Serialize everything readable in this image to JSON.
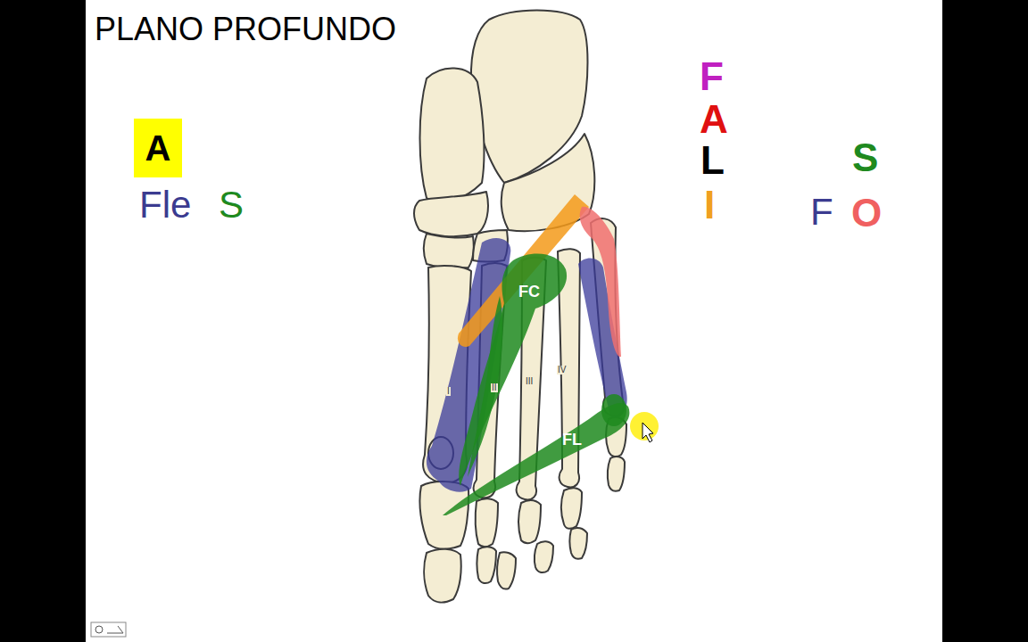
{
  "diagram": {
    "title": "PLANO PROFUNDO",
    "nodes": [
      {
        "text": [
          "A"
        ]
      },
      {
        "text": [
          "FC"
        ]
      },
      {
        "text": [
          "FL"
        ]
      }
    ],
    "labels": [
      "Fle",
      "S",
      "F",
      "A",
      "L",
      "I",
      "S",
      "F",
      "O",
      "I",
      "II",
      "III",
      "IV"
    ]
  }
}
